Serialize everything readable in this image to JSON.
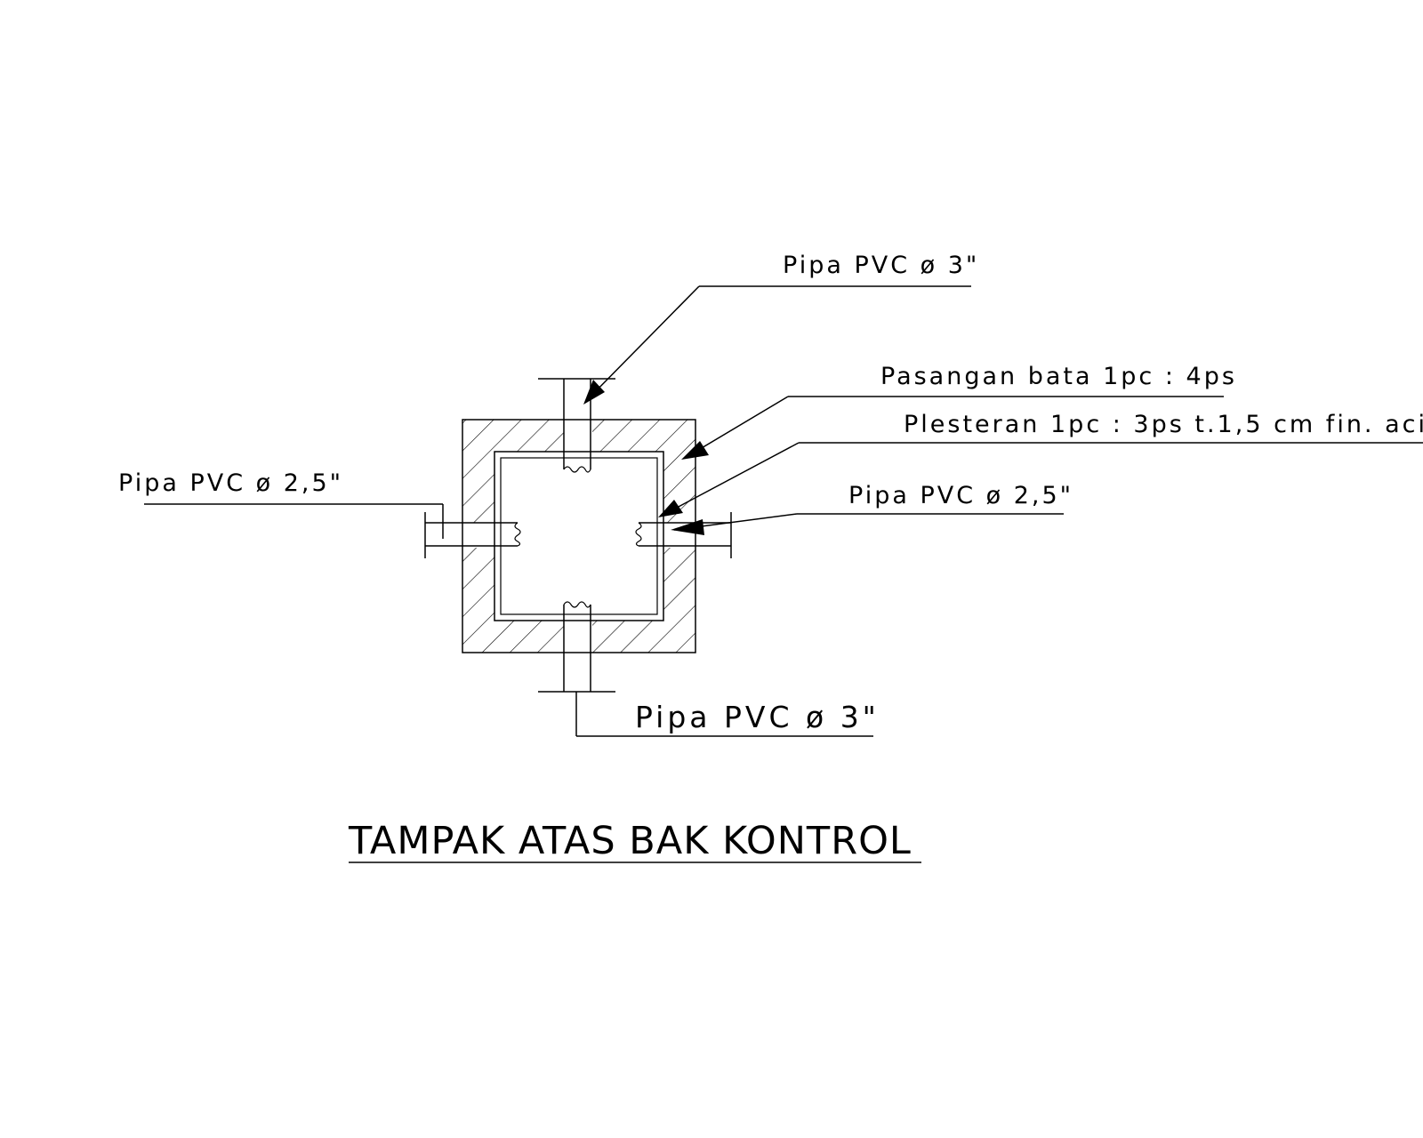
{
  "diagram": {
    "title": "TAMPAK ATAS BAK KONTROL",
    "labels": {
      "pipe_top": "Pipa PVC ø 3\"",
      "brick_wall": "Pasangan bata 1pc : 4ps",
      "plaster": "Plesteran 1pc : 3ps t.1,5 cm fin. aci",
      "pipe_left": "Pipa PVC ø 2,5\"",
      "pipe_right": "Pipa PVC ø 2,5\"",
      "pipe_bottom": "Pipa PVC ø 3\""
    }
  }
}
